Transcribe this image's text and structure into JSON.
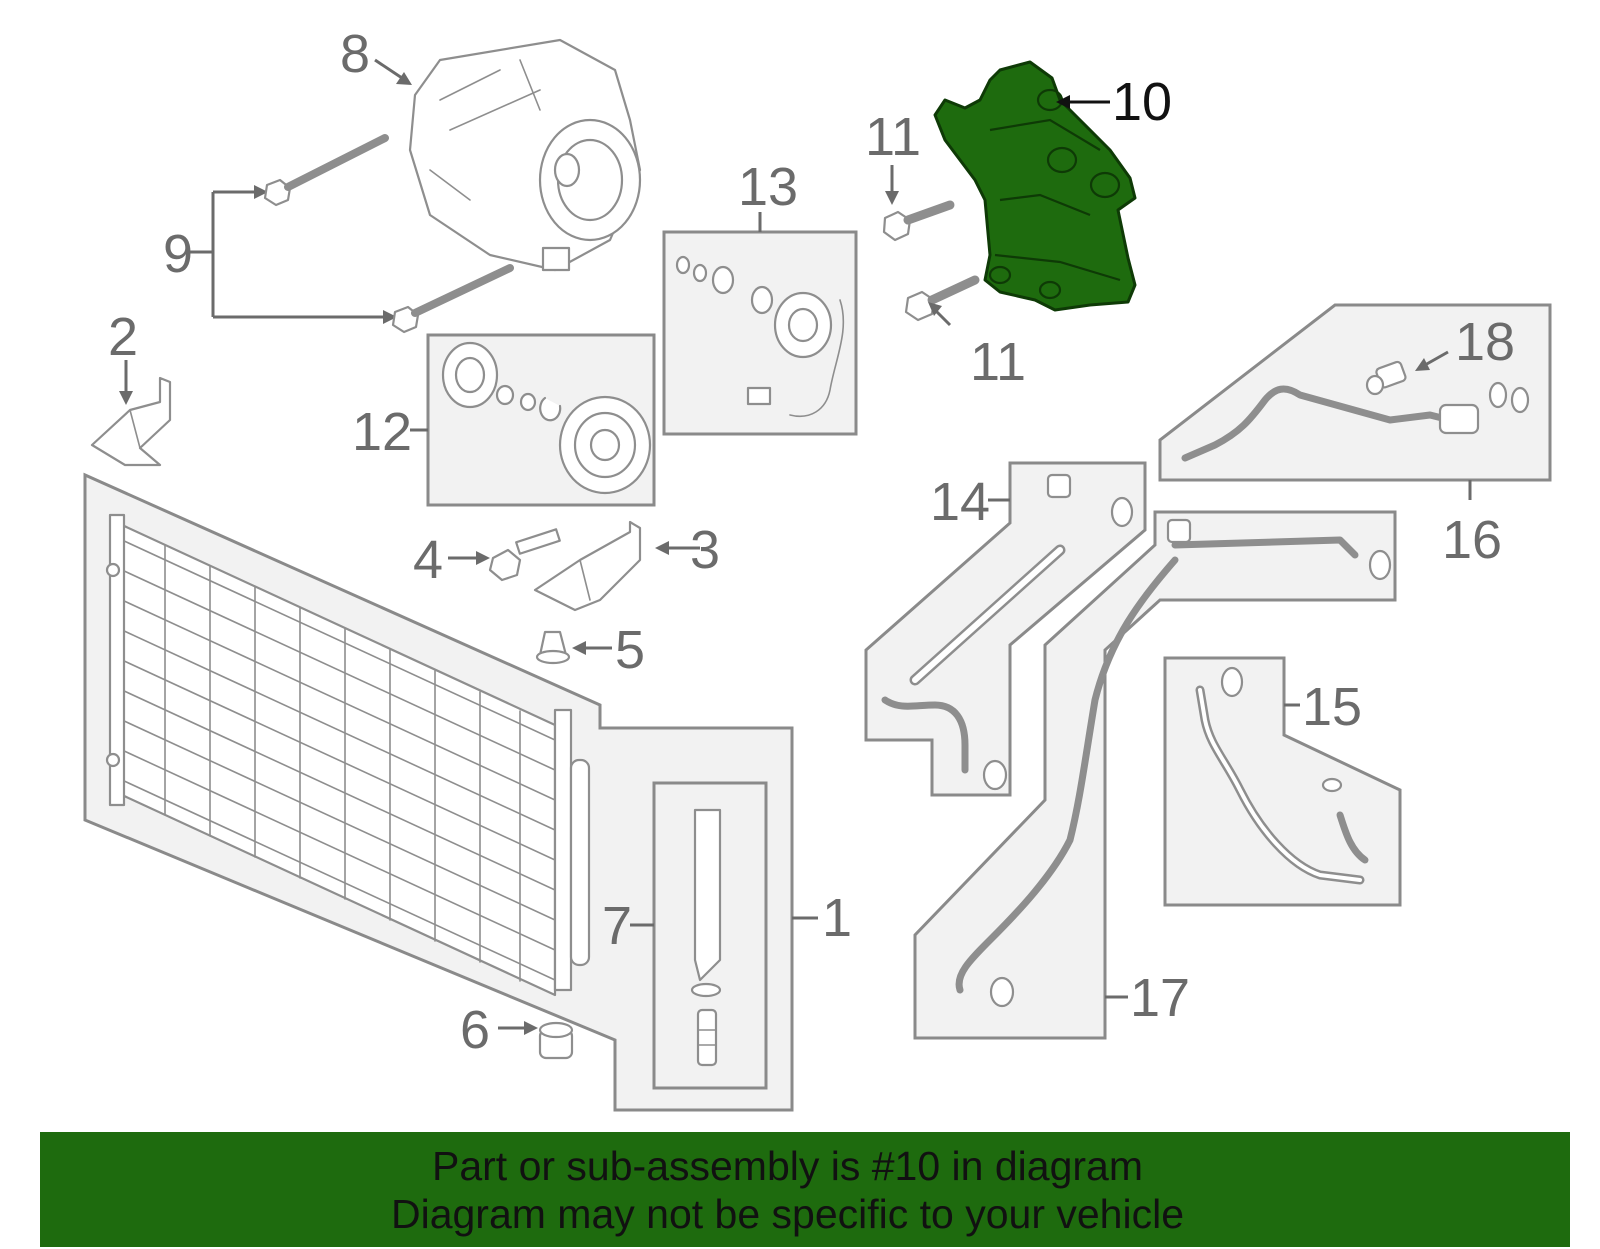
{
  "highlight_color": "#1e6b0e",
  "callouts": {
    "c1": "1",
    "c2": "2",
    "c3": "3",
    "c4": "4",
    "c5": "5",
    "c6": "6",
    "c7": "7",
    "c8": "8",
    "c9": "9",
    "c10": "10",
    "c11a": "11",
    "c11b": "11",
    "c12": "12",
    "c13": "13",
    "c14": "14",
    "c15": "15",
    "c16": "16",
    "c17": "17",
    "c18": "18"
  },
  "highlighted_callout": "10",
  "banner": {
    "line1": "Part or sub-assembly is #10 in diagram",
    "line2": "Diagram may not be specific to your vehicle"
  }
}
